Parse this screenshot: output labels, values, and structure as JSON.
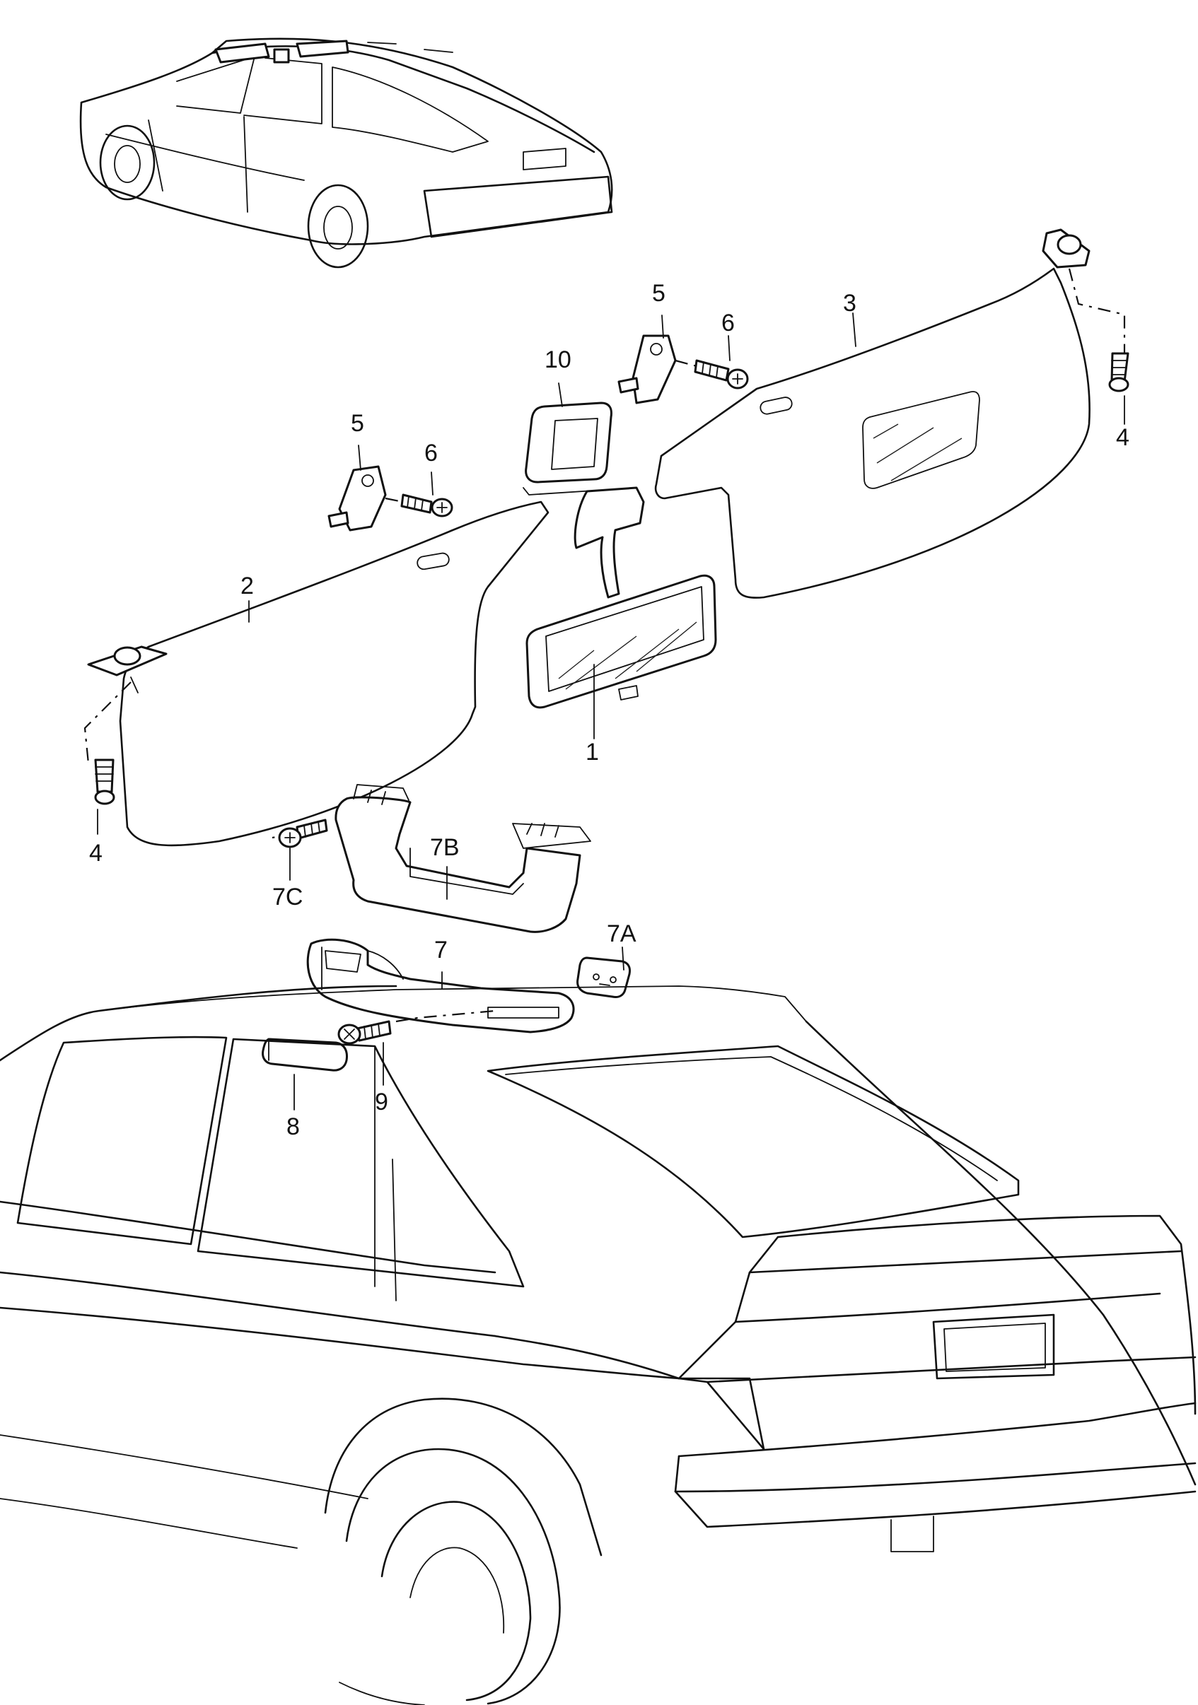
{
  "figure": {
    "callouts": [
      {
        "id": "c1",
        "text": "1"
      },
      {
        "id": "c2",
        "text": "2"
      },
      {
        "id": "c3",
        "text": "3"
      },
      {
        "id": "c4l",
        "text": "4"
      },
      {
        "id": "c4r",
        "text": "4"
      },
      {
        "id": "c5l",
        "text": "5"
      },
      {
        "id": "c5r",
        "text": "5"
      },
      {
        "id": "c6l",
        "text": "6"
      },
      {
        "id": "c6r",
        "text": "6"
      },
      {
        "id": "c7",
        "text": "7"
      },
      {
        "id": "c7a",
        "text": "7A"
      },
      {
        "id": "c7b",
        "text": "7B"
      },
      {
        "id": "c7c",
        "text": "7C"
      },
      {
        "id": "c8",
        "text": "8"
      },
      {
        "id": "c9",
        "text": "9"
      },
      {
        "id": "c10",
        "text": "10"
      }
    ]
  }
}
